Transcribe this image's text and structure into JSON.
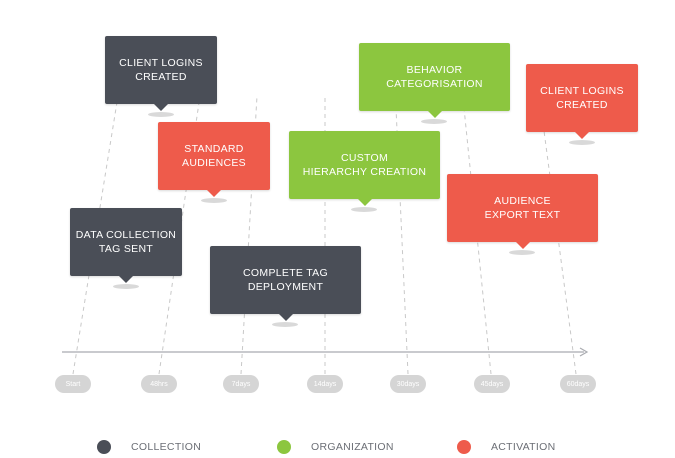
{
  "colors": {
    "collection": "#4a4e57",
    "organization": "#8cc63f",
    "activation": "#ee5b4b",
    "axis": "#a9abb0",
    "guide": "#c8c8c8"
  },
  "timeline": {
    "ticks": [
      "Start",
      "48hrs",
      "7days",
      "14days",
      "30days",
      "45days",
      "60days"
    ]
  },
  "events": [
    {
      "label": "CLIENT LOGINS\nCREATED",
      "category": "collection"
    },
    {
      "label": "STANDARD\nAUDIENCES",
      "category": "activation"
    },
    {
      "label": "DATA COLLECTION\nTAG SENT",
      "category": "collection"
    },
    {
      "label": "COMPLETE TAG\nDEPLOYMENT",
      "category": "collection"
    },
    {
      "label": "CUSTOM\nHIERARCHY CREATION",
      "category": "organization"
    },
    {
      "label": "BEHAVIOR\nCATEGORISATION",
      "category": "organization"
    },
    {
      "label": "CLIENT LOGINS\nCREATED",
      "category": "activation"
    },
    {
      "label": "AUDIENCE\nEXPORT TEXT",
      "category": "activation"
    }
  ],
  "legend": [
    {
      "label": "COLLECTION",
      "category": "collection"
    },
    {
      "label": "ORGANIZATION",
      "category": "organization"
    },
    {
      "label": "ACTIVATION",
      "category": "activation"
    }
  ]
}
